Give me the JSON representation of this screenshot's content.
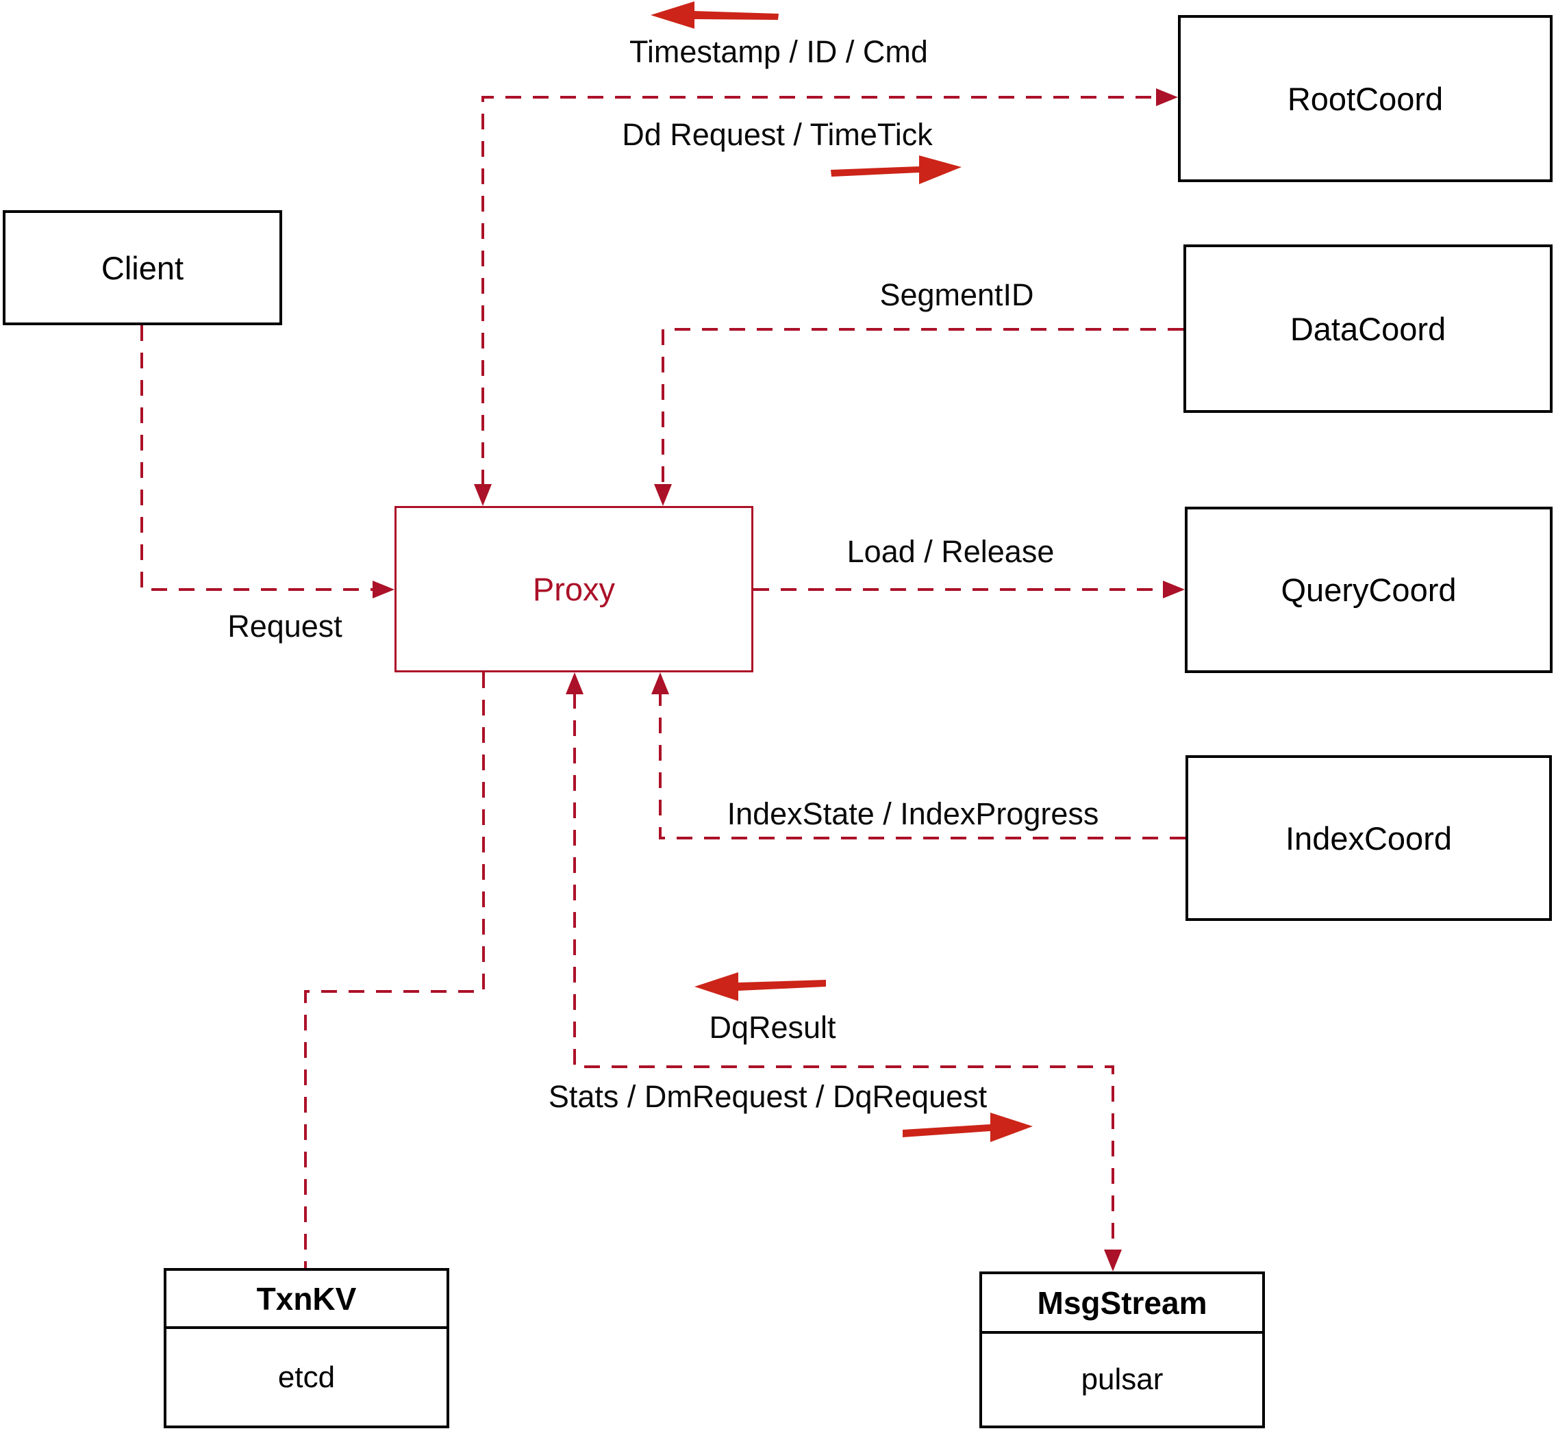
{
  "diagram": {
    "nodes": {
      "client": {
        "label": "Client"
      },
      "proxy": {
        "label": "Proxy"
      },
      "rootcoord": {
        "label": "RootCoord"
      },
      "datacoord": {
        "label": "DataCoord"
      },
      "querycoord": {
        "label": "QueryCoord"
      },
      "indexcoord": {
        "label": "IndexCoord"
      },
      "txnkv": {
        "title": "TxnKV",
        "subtitle": "etcd"
      },
      "msgstream": {
        "title": "MsgStream",
        "subtitle": "pulsar"
      }
    },
    "edges": [
      {
        "id": "rootcoord-to-proxy",
        "from": "RootCoord",
        "to": "Proxy",
        "label": "Timestamp / ID / Cmd"
      },
      {
        "id": "proxy-to-rootcoord",
        "from": "Proxy",
        "to": "RootCoord",
        "label": "Dd Request / TimeTick"
      },
      {
        "id": "datacoord-to-proxy",
        "from": "DataCoord",
        "to": "Proxy",
        "label": "SegmentID"
      },
      {
        "id": "proxy-to-querycoord",
        "from": "Proxy",
        "to": "QueryCoord",
        "label": "Load / Release"
      },
      {
        "id": "indexcoord-to-proxy",
        "from": "IndexCoord",
        "to": "Proxy",
        "label": "IndexState / IndexProgress"
      },
      {
        "id": "client-to-proxy",
        "from": "Client",
        "to": "Proxy",
        "label": "Request"
      },
      {
        "id": "msgstream-to-proxy",
        "from": "MsgStream",
        "to": "Proxy",
        "label": "DqResult"
      },
      {
        "id": "proxy-to-msgstream",
        "from": "Proxy",
        "to": "MsgStream",
        "label": "Stats / DmRequest / DqRequest"
      },
      {
        "id": "proxy-to-txnkv",
        "from": "Proxy",
        "to": "TxnKV",
        "label": ""
      }
    ],
    "colors": {
      "connector": "#ab1128",
      "flow_arrow": "#cc2418",
      "box_border": "#000000",
      "proxy_accent": "#ab1128",
      "label_text": "#0a0a0a",
      "background": "#ffffff"
    }
  }
}
